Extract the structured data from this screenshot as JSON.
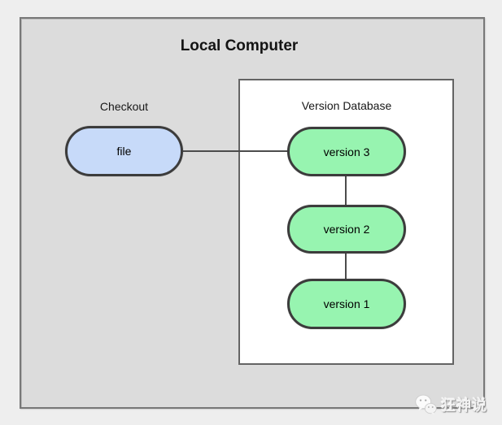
{
  "page": {
    "title": "Local Computer"
  },
  "checkout": {
    "label": "Checkout",
    "file_node_label": "file"
  },
  "version_database": {
    "label": "Version Database",
    "versions": [
      "version 3",
      "version 2",
      "version 1"
    ]
  },
  "watermark": {
    "brand": "狂神说",
    "icon": "wechat-icon"
  },
  "colors": {
    "page_bg": "#eeeeee",
    "computer_box_fill": "#dcdcdc",
    "computer_box_border": "#787878",
    "db_box_fill": "#ffffff",
    "db_box_border": "#646464",
    "file_node_fill": "#c7daf9",
    "version_node_fill": "#97f4b0",
    "node_border": "#3c3c3c",
    "connector": "#4c4c4c",
    "text": "#000000"
  }
}
